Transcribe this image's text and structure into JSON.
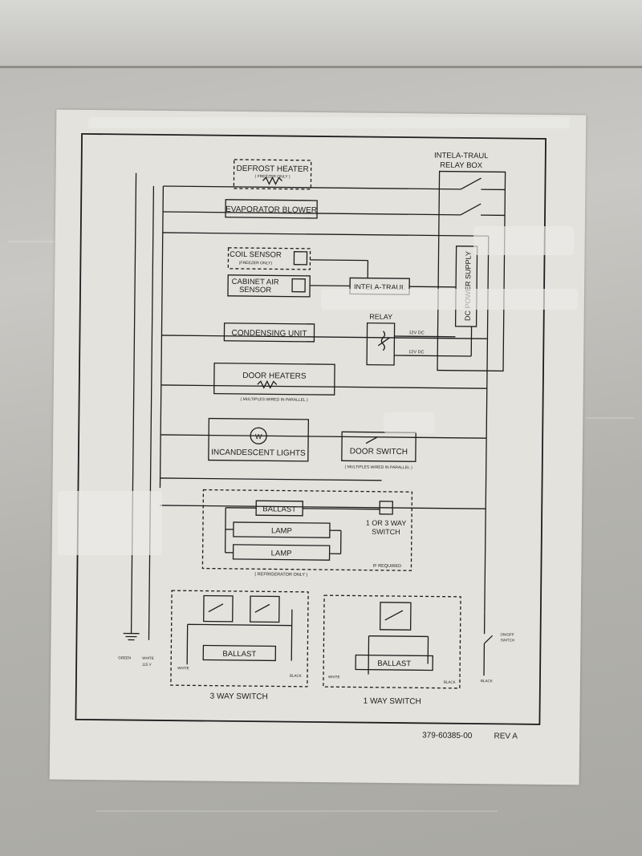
{
  "title_block": {
    "relay_box_line1": "INTELA-TRAUL",
    "relay_box_line2": "RELAY BOX",
    "doc_number": "379-60385-00",
    "revision": "REV A"
  },
  "components": {
    "defrost_heater": "DEFROST HEATER",
    "defrost_heater_note": "( FREEZER ONLY )",
    "evaporator_blower": "EVAPORATOR BLOWER",
    "coil_sensor": "COIL SENSOR",
    "coil_sensor_note": "(FREEZER ONLY)",
    "cabinet_air_sensor_line1": "CABINET AIR",
    "cabinet_air_sensor_line2": "SENSOR",
    "intela_traul": "INTELA-TRAUL",
    "dc_power_supply": "DC POWER SUPPLY",
    "relay": "RELAY",
    "volt_label_1": "12V DC",
    "volt_label_2": "12V DC",
    "condensing_unit": "CONDENSING UNIT",
    "door_heaters": "DOOR HEATERS",
    "door_heaters_note": "( MULTIPLES WIRED IN PARALLEL )",
    "lamp_symbol": "W",
    "incandescent_lights": "INCANDESCENT LIGHTS",
    "door_switch": "DOOR SWITCH",
    "door_switch_note": "( MULTIPLES WIRED IN PARALLEL )",
    "ballast": "BALLAST",
    "lamp_1": "LAMP",
    "lamp_2": "LAMP",
    "way_switch_line1": "1 OR 3 WAY",
    "way_switch_line2": "SWITCH",
    "if_required": "IF REQUIRED",
    "refrigerator_only": "( REFRIGERATOR ONLY )"
  },
  "bottom": {
    "green": "GREEN",
    "white": "WHITE",
    "volts": "115 V",
    "on_off_line1": "ON/OFF",
    "on_off_line2": "SWITCH",
    "black": "BLACK",
    "three_way_ballast": "BALLAST",
    "three_way_white": "WHITE",
    "three_way_black": "BLACK",
    "three_way_title": "3 WAY SWITCH",
    "one_way_ballast": "BALLAST",
    "one_way_white": "WHITE",
    "one_way_black": "BLACK",
    "one_way_title": "1 WAY SWITCH"
  }
}
